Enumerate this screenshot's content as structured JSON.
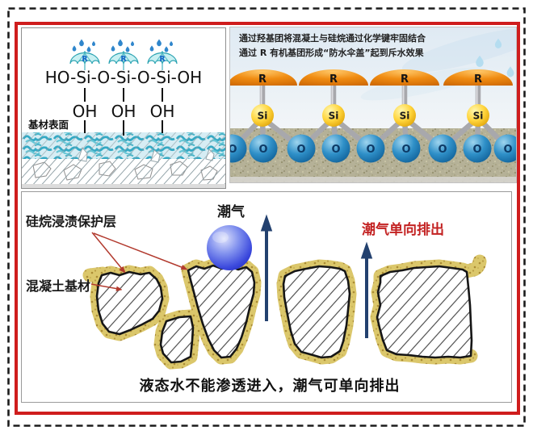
{
  "top_left": {
    "formula": "HO-Si-O-Si-O-Si-OH",
    "oh_label": "OH",
    "r_label": "R",
    "substrate_label": "基材表面"
  },
  "top_right": {
    "caption_line1": "通过羟基团将混凝土与硅烷通过化学键牢固结合",
    "caption_line2": "通过 R 有机基团形成“防水伞盖”起到斥水效果",
    "r_label": "R",
    "si_label": "Si",
    "o_label": "O"
  },
  "bottom": {
    "coating_label": "硅烷浸渍保护层",
    "substrate_label": "混凝土基材",
    "moisture_label": "潮气",
    "one_way_label": "潮气单向排出",
    "caption": "液态水不能渗透进入，潮气可单向排出"
  },
  "colors": {
    "frame_red": "#cf1d1d",
    "coating_yellow": "#dbc76b",
    "moisture_blue": "#2d3bd8",
    "arrow_navy": "#23416f",
    "annotation_red": "#b23a2e",
    "label_red": "#c32222"
  }
}
